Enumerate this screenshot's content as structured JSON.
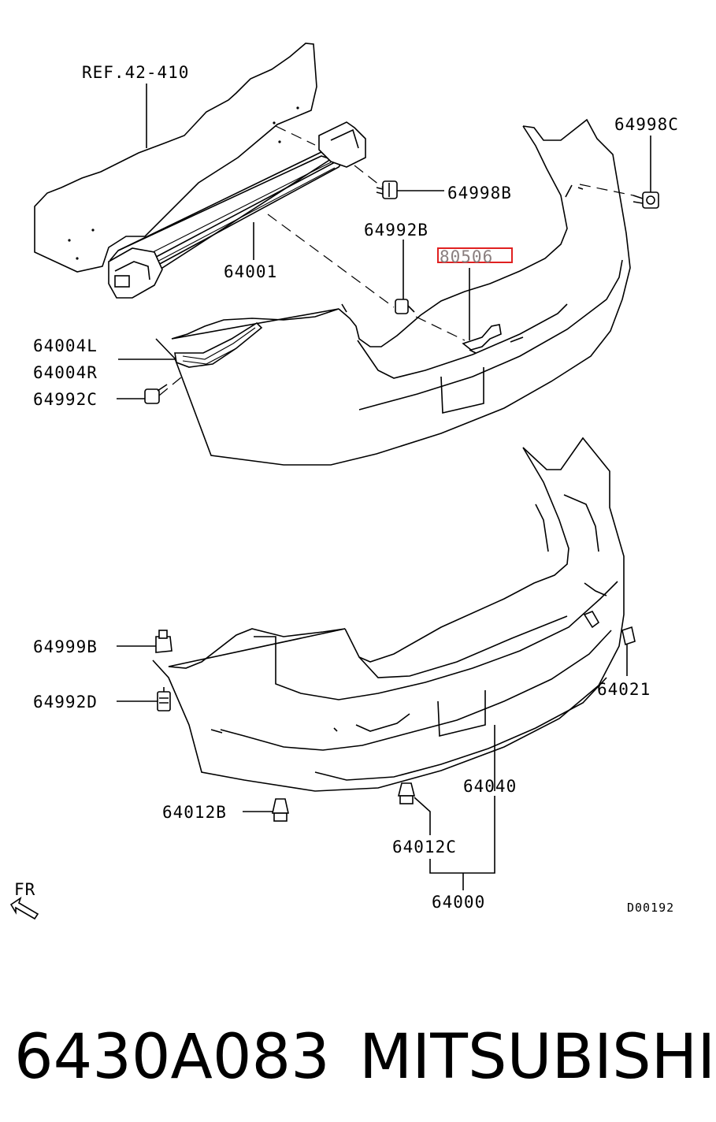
{
  "labels": {
    "ref": "REF.42-410",
    "p64998C": "64998C",
    "p64998B": "64998B",
    "p64992B": "64992B",
    "p80506": "80506",
    "p64001": "64001",
    "p64004L": "64004L",
    "p64004R": "64004R",
    "p64992C": "64992C",
    "p64999B": "64999B",
    "p64992D": "64992D",
    "p64021": "64021",
    "p64040": "64040",
    "p64012B": "64012B",
    "p64012C": "64012C",
    "p64000": "64000",
    "fr": "FR",
    "diagram_code": "D00192"
  },
  "footer": {
    "part_number": "6430A083",
    "brand": "MITSUBISHI"
  },
  "colors": {
    "line": "#000000",
    "highlight": "#e02020",
    "highlight_text": "#8a7f7f"
  }
}
